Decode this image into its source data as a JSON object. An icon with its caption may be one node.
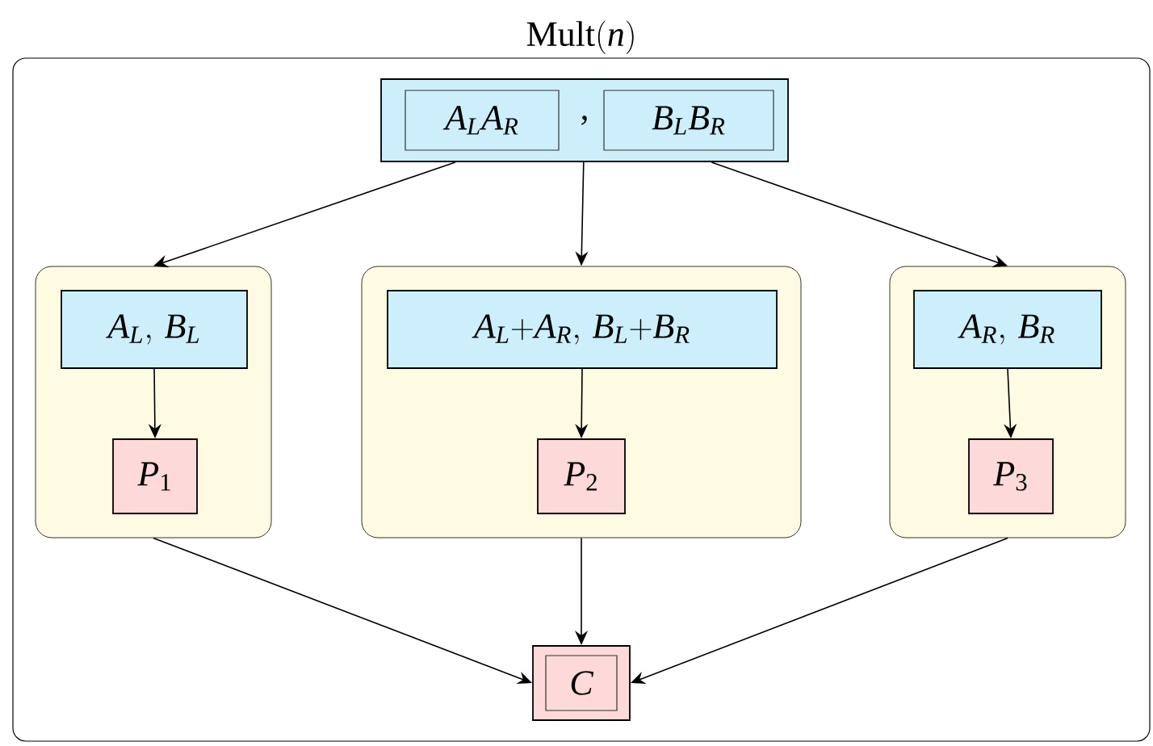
{
  "diagram": {
    "nodes": [
      {
        "text": [
          "\\textsc{Mult}(n)"
        ]
      },
      {
        "text": [
          ","
        ],
        "in": 0
      },
      {
        "text": [
          "A_LA_R"
        ],
        "in": 1
      },
      {
        "text": [
          "B_LB_R"
        ],
        "in": 1
      },
      {
        "text": [],
        "shape": "box",
        "in": 0
      },
      {
        "text": [
          "A_L,\\, B_L"
        ],
        "in": 4
      },
      {
        "text": [
          "P_1"
        ],
        "in": 4
      },
      {
        "text": [],
        "shape": "box",
        "in": 0
      },
      {
        "text": [
          "A_L{+}A_R,\\, B_L{+}B_R"
        ],
        "in": 7
      },
      {
        "text": [
          "P_2"
        ],
        "in": 7
      },
      {
        "text": [],
        "shape": "box",
        "in": 0
      },
      {
        "text": [
          "A_R,\\, B_R"
        ],
        "in": 10
      },
      {
        "text": [
          "P_3"
        ],
        "in": 10
      },
      {
        "text": [],
        "shape": "box",
        "in": 0
      },
      {
        "text": [
          "C"
        ],
        "in": 13
      }
    ],
    "edges": [
      {
        "from": 1,
        "to": 4,
        "arrow": "to"
      },
      {
        "from": 1,
        "to": 7,
        "arrow": "to"
      },
      {
        "from": 1,
        "to": 10,
        "arrow": "to"
      },
      {
        "from": 5,
        "to": 6,
        "arrow": "to"
      },
      {
        "from": 8,
        "to": 9,
        "arrow": "to"
      },
      {
        "from": 11,
        "to": 12,
        "arrow": "to"
      },
      {
        "from": 4,
        "to": 13,
        "arrow": "to"
      },
      {
        "from": 7,
        "to": 13,
        "arrow": "to"
      },
      {
        "from": 10,
        "to": 13,
        "arrow": "to"
      }
    ]
  }
}
